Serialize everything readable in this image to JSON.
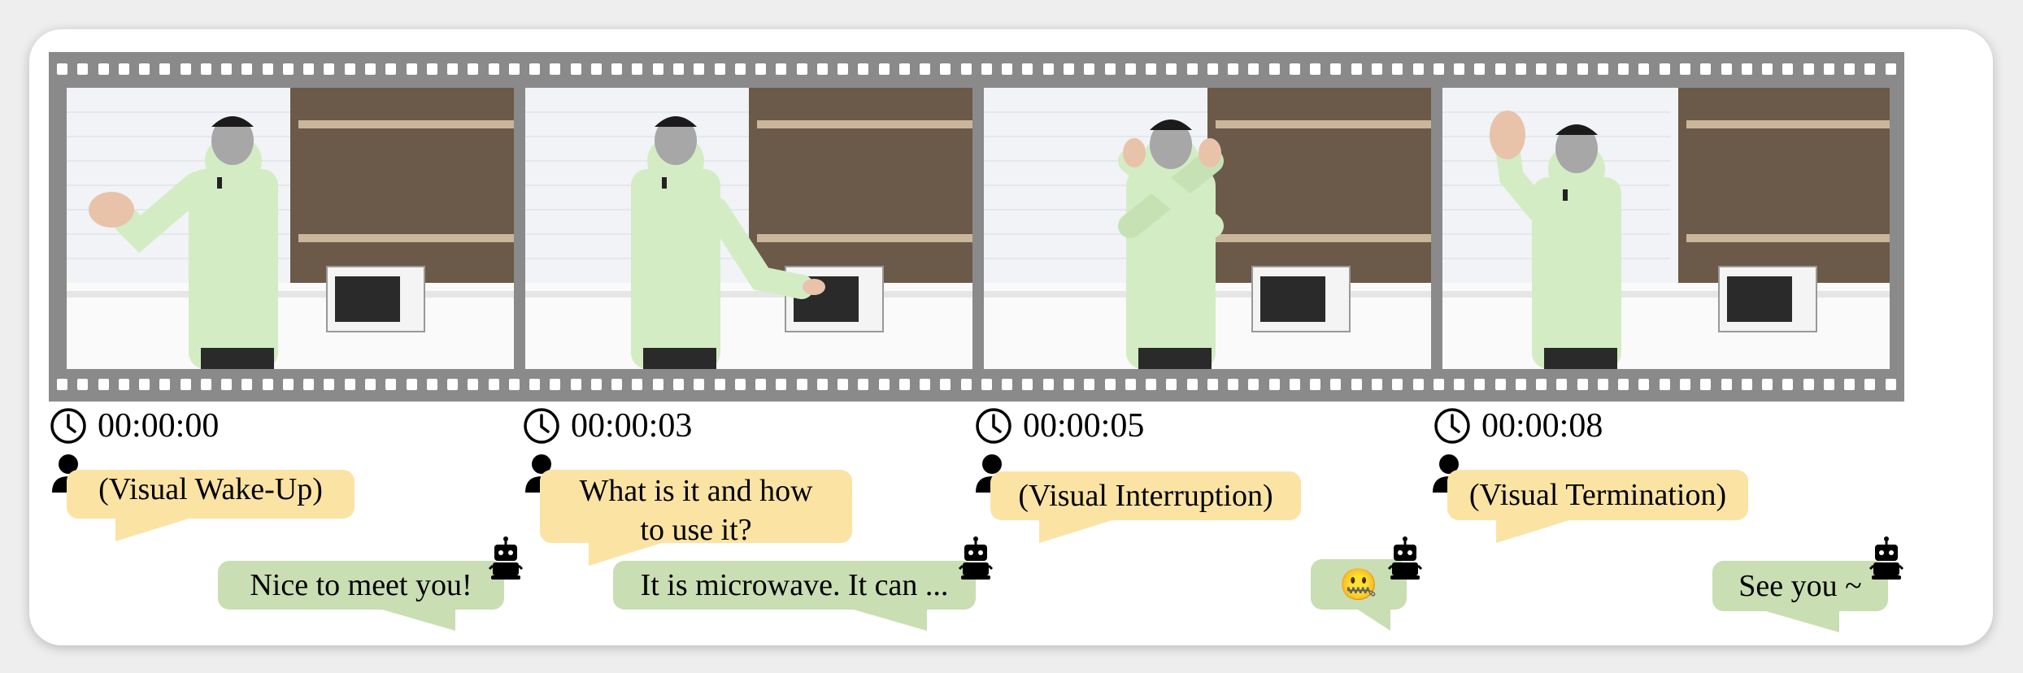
{
  "frames": [
    {
      "timestamp": "00:00:00",
      "user_text": "(Visual Wake-Up)",
      "bot_text": "Nice to meet you!",
      "gesture": "wave"
    },
    {
      "timestamp": "00:00:03",
      "user_text": "What is it and how to use it?",
      "bot_text": "It is microwave. It can ...",
      "gesture": "point"
    },
    {
      "timestamp": "00:00:05",
      "user_text": "(Visual Interruption)",
      "bot_text": "🤐",
      "gesture": "cross"
    },
    {
      "timestamp": "00:00:08",
      "user_text": "(Visual Termination)",
      "bot_text": "See you ~",
      "gesture": "raise"
    }
  ],
  "icons": {
    "clock": "clock-icon",
    "user": "person-icon",
    "bot": "robot-icon"
  },
  "colors": {
    "film": "#8a8a8a",
    "user_bubble": "#fbe3a4",
    "bot_bubble": "#c9deb2",
    "hoodie": "#d3ecc4"
  }
}
